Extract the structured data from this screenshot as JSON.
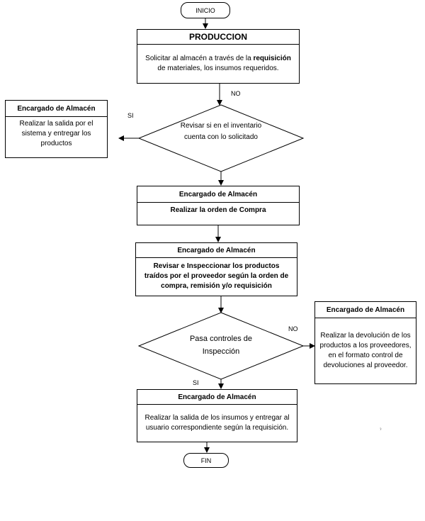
{
  "flow": {
    "start": "INICIO",
    "end": "FIN",
    "produccion": {
      "header": "PRODUCCION",
      "body_pre": "Solicitar al almacén a  través de la ",
      "body_bold": "requisición",
      "body_post": " de materiales, los insumos requeridos."
    },
    "decision_inventario": "Revisar si en el inventario cuenta con lo solicitado",
    "label_no_1": "NO",
    "label_si_1": "SI",
    "almacen_salida": {
      "header": "Encargado de Almacén",
      "body": "Realizar la salida por el sistema y entregar los productos"
    },
    "orden_compra": {
      "header": "Encargado de Almacén",
      "body": "Realizar la orden de Compra"
    },
    "inspeccion": {
      "header": "Encargado de Almacén",
      "body": "Revisar e Inspeccionar los productos traídos por el proveedor según la orden de compra, remisión y/o requisición"
    },
    "decision_controles": "Pasa controles de Inspección",
    "label_no_2": "NO",
    "label_si_2": "SI",
    "devolucion": {
      "header": "Encargado de Almacén",
      "body": "Realizar la devolución de los productos  a los proveedores, en el formato control de devoluciones al proveedor."
    },
    "entrega": {
      "header": "Encargado de Almacén",
      "body": "Realizar la salida de los insumos y entregar al usuario correspondiente según la requisición."
    },
    "stray_mark": "ˀ"
  }
}
